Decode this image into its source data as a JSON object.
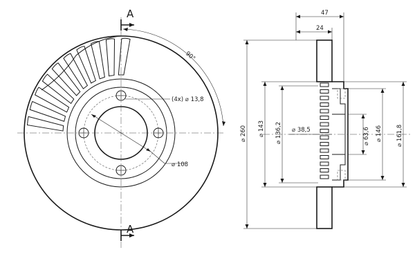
{
  "section": {
    "top_label": "A",
    "bottom_label": "A"
  },
  "front_view": {
    "angle_label": "90°",
    "bolt_hole_label": "(4x) ⌀ 13,8",
    "pcd_label": "⌀ 108"
  },
  "side_view": {
    "width_total": "47",
    "width_hub": "24",
    "dia_outer": "⌀ 260",
    "dia_143": "⌀ 143",
    "dia_136": "⌀ 136,2",
    "dia_38": "⌀ 38,5",
    "dia_63": "⌀ 63,6",
    "dia_146": "⌀ 146",
    "dia_161": "⌀ 161,8"
  }
}
